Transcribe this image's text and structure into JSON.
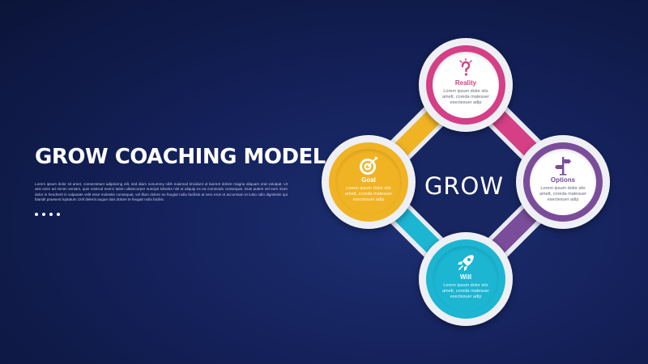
{
  "title": "GROW COACHING MODEL",
  "body_text": "Lorem ipsum dolor sit amet, consectetuer adipiscing elit, sed diam nonummy nibh euismod tincidunt ut laoreet dolore magna aliquam erat volutpat. Ut wisi enim ad minim veniam, quis nostrud exerci tation ullamcorper suscipit lobortis nisl ut aliquip ex ea commodo consequat. Duis autem vel eum iriure dolor in hendrerit in vulputate velit esse molestie consequat, vel illum dolore eu feugiat nulla facilisis at vero eros et accumsan et iusto odio dignissim qui blandit praesent luptatum zzril delenit augue duis dolore te feugait nulla facilisi.",
  "center_label": "GROW",
  "nodes": {
    "reality": {
      "label": "Reality",
      "desc": "Lorem ipsum dolor sits amett, coreda matesuer esectesuer adip",
      "color": "#d43f86",
      "icon": "question-mark-icon"
    },
    "options": {
      "label": "Options",
      "desc": "Lorem ipsum dolor sits amett, coreda matesuer esectesuer adip",
      "color": "#7a4d9a",
      "icon": "signpost-icon"
    },
    "will": {
      "label": "Will",
      "desc": "Lorem ipsum dolor sits amett, coreda matesuer esectesuer adip",
      "color": "#1cb5d2",
      "icon": "rocket-icon"
    },
    "goal": {
      "label": "Goal",
      "desc": "Lorem ipsum dolor sits amett, coreda matesuer esectesuer adip",
      "color": "#f0b324",
      "icon": "target-icon"
    }
  },
  "colors": {
    "background": "#14215a",
    "reality": "#d43f86",
    "options": "#7a4d9a",
    "will": "#1cb5d2",
    "goal": "#f0b324",
    "node_rim": "#eef0f5"
  }
}
